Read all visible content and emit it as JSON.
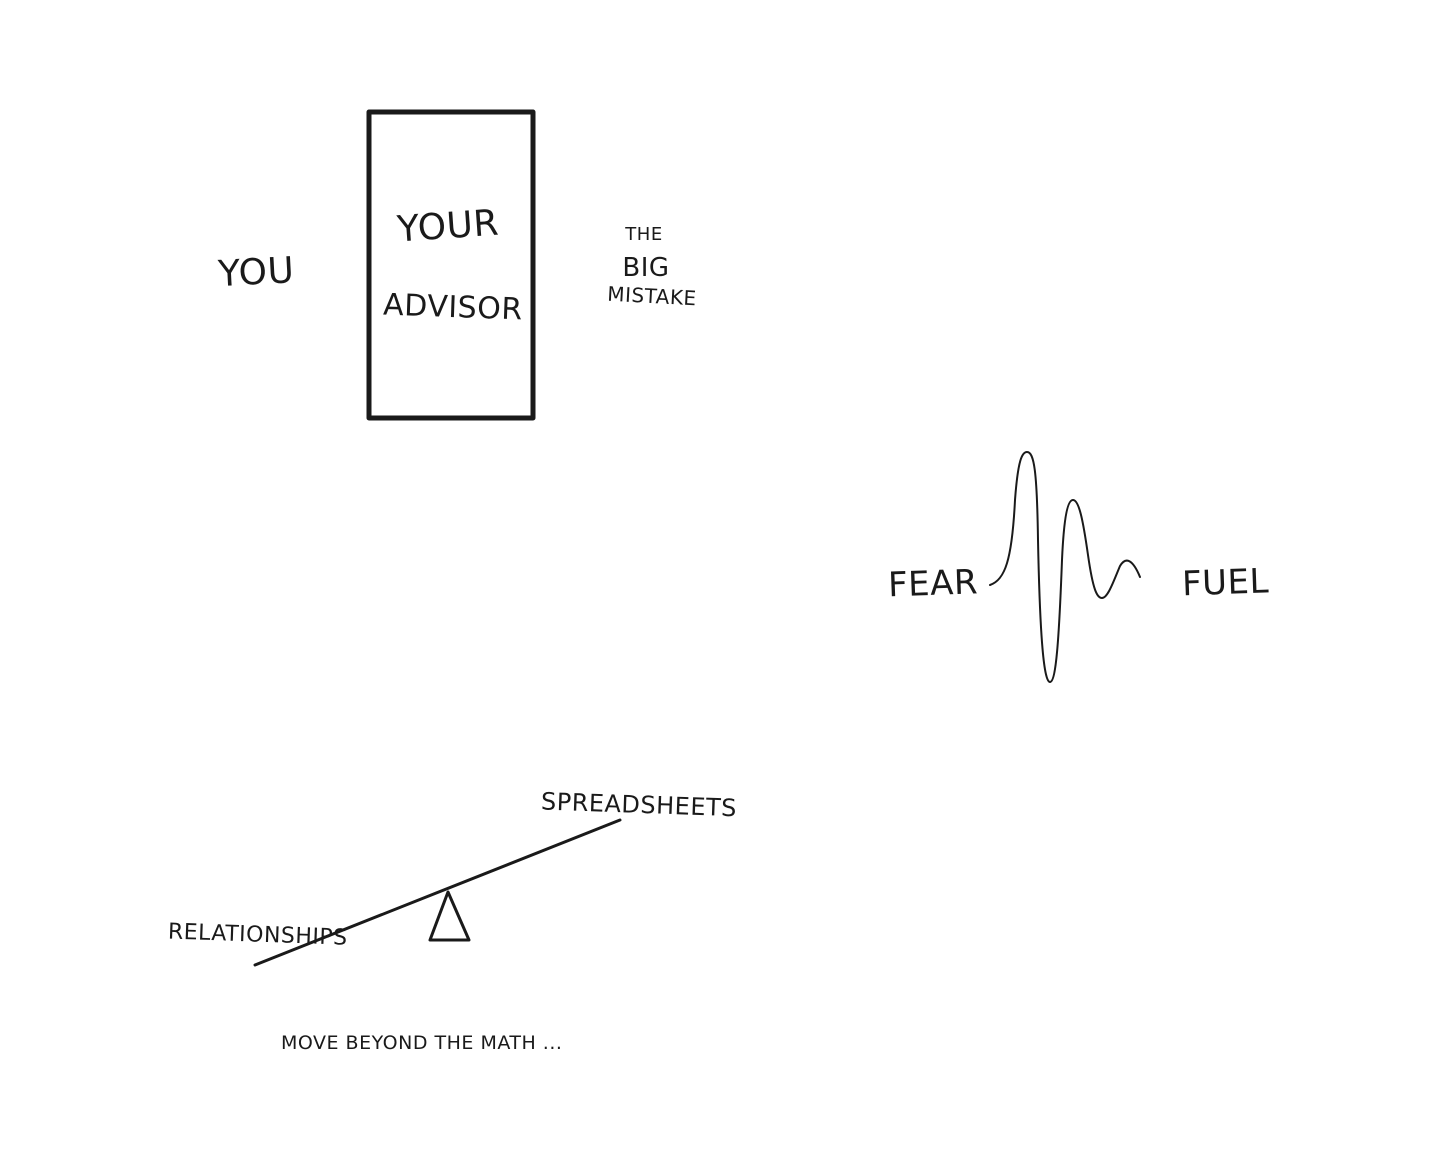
{
  "advisor_sketch": {
    "you_label": "YOU",
    "box_line1": "YOUR",
    "box_line2": "ADVISOR",
    "mistake_line1": "THE",
    "mistake_line2": "BIG",
    "mistake_line3": "MISTAKE"
  },
  "wave_sketch": {
    "left_label": "FEAR",
    "right_label": "FUEL"
  },
  "seesaw_sketch": {
    "high_label": "SPREADSHEETS",
    "low_label": "RELATIONSHIPS",
    "caption": "MOVE BEYOND THE MATH ..."
  },
  "colors": {
    "ink": "#1a1a1a",
    "paper": "#ffffff"
  }
}
